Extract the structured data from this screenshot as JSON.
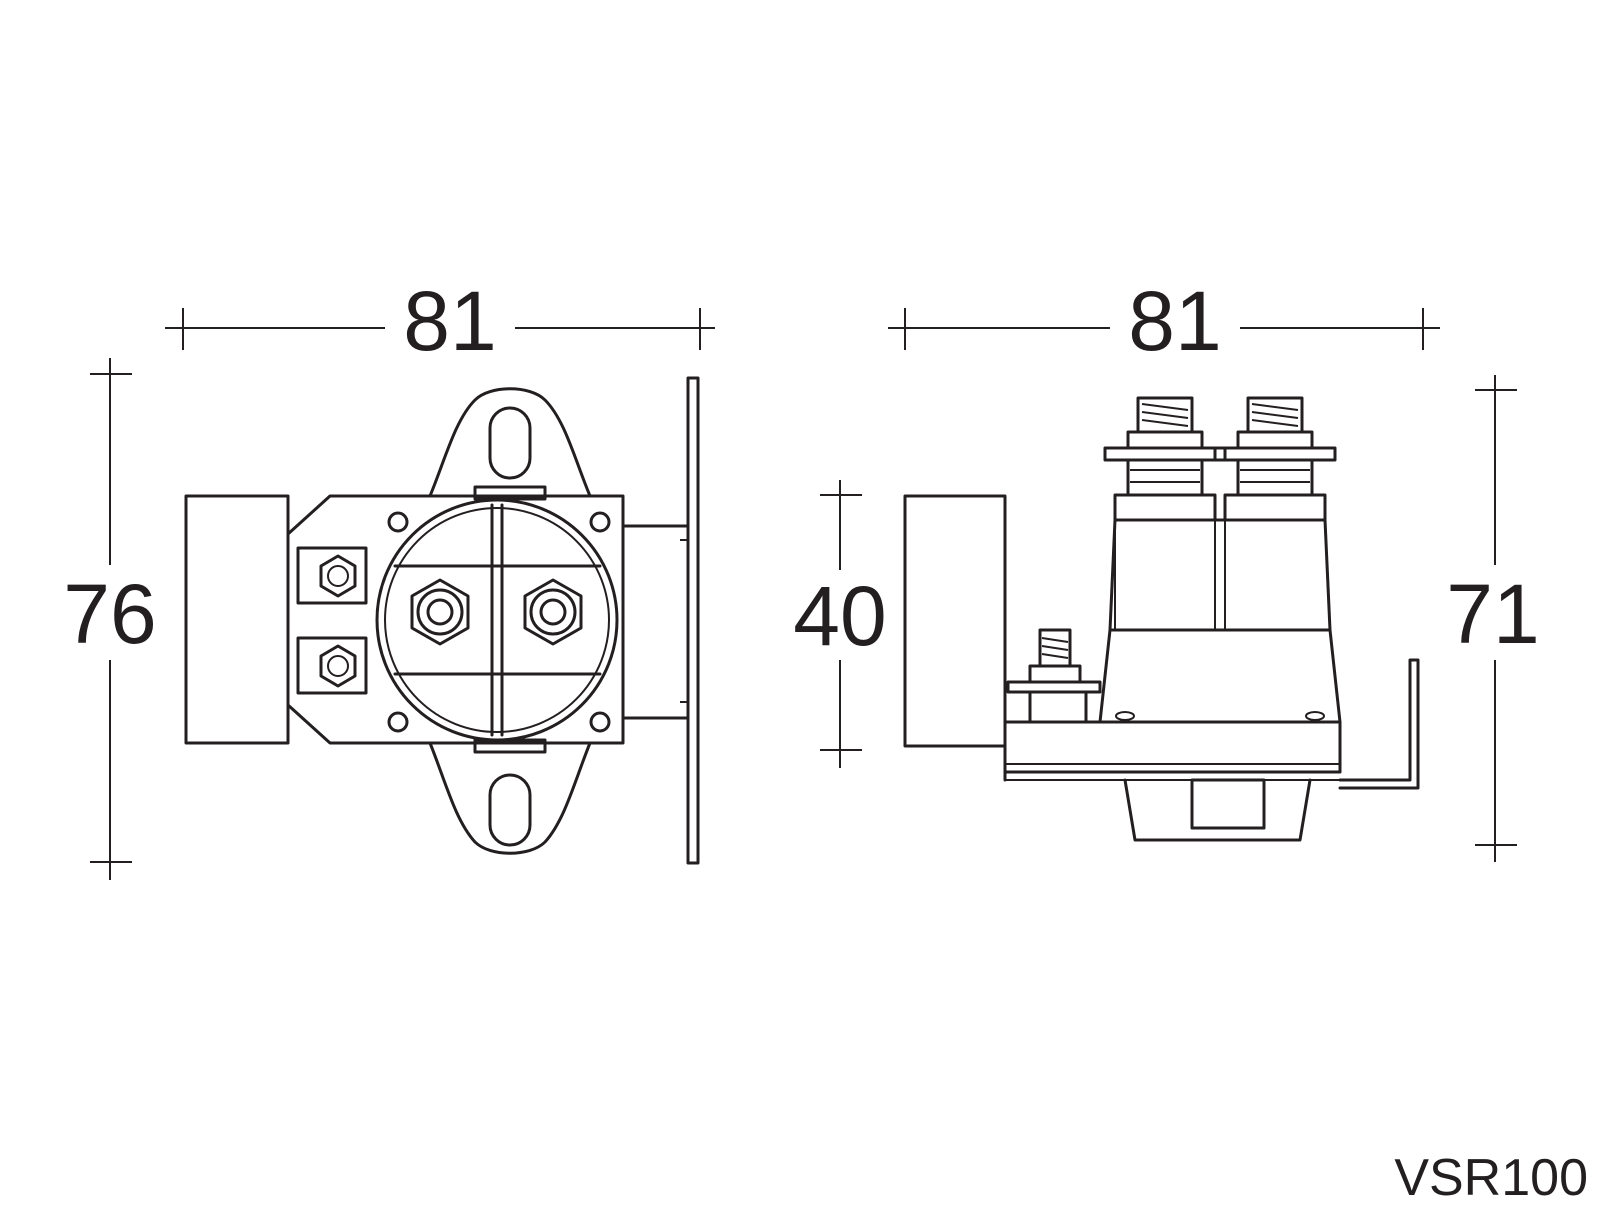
{
  "dimensions": {
    "front_width": "81",
    "front_height": "76",
    "side_width": "81",
    "side_body_height": "40",
    "side_total_height": "71"
  },
  "model_code": "VSR100"
}
